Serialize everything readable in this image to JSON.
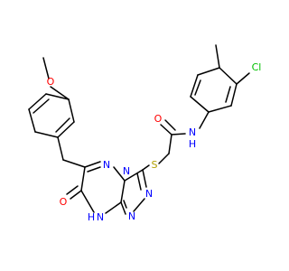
{
  "colors": {
    "bond": "#000000",
    "O": "#ff0000",
    "N": "#0000ff",
    "S": "#b2a000",
    "Cl": "#00c000",
    "background": "#ffffff"
  },
  "atoms": {
    "o_methoxy": "O",
    "o_amide": "O",
    "o_ketone": "O",
    "s_thio": "S",
    "n_amide": "N",
    "h_amide": "H",
    "cl": "Cl",
    "n_ring_a": "N",
    "n_ring_b": "N",
    "n_ring_c": "N",
    "n_ring_d": "N",
    "n_ring_nh": "N",
    "h_ring_nh": "H"
  }
}
